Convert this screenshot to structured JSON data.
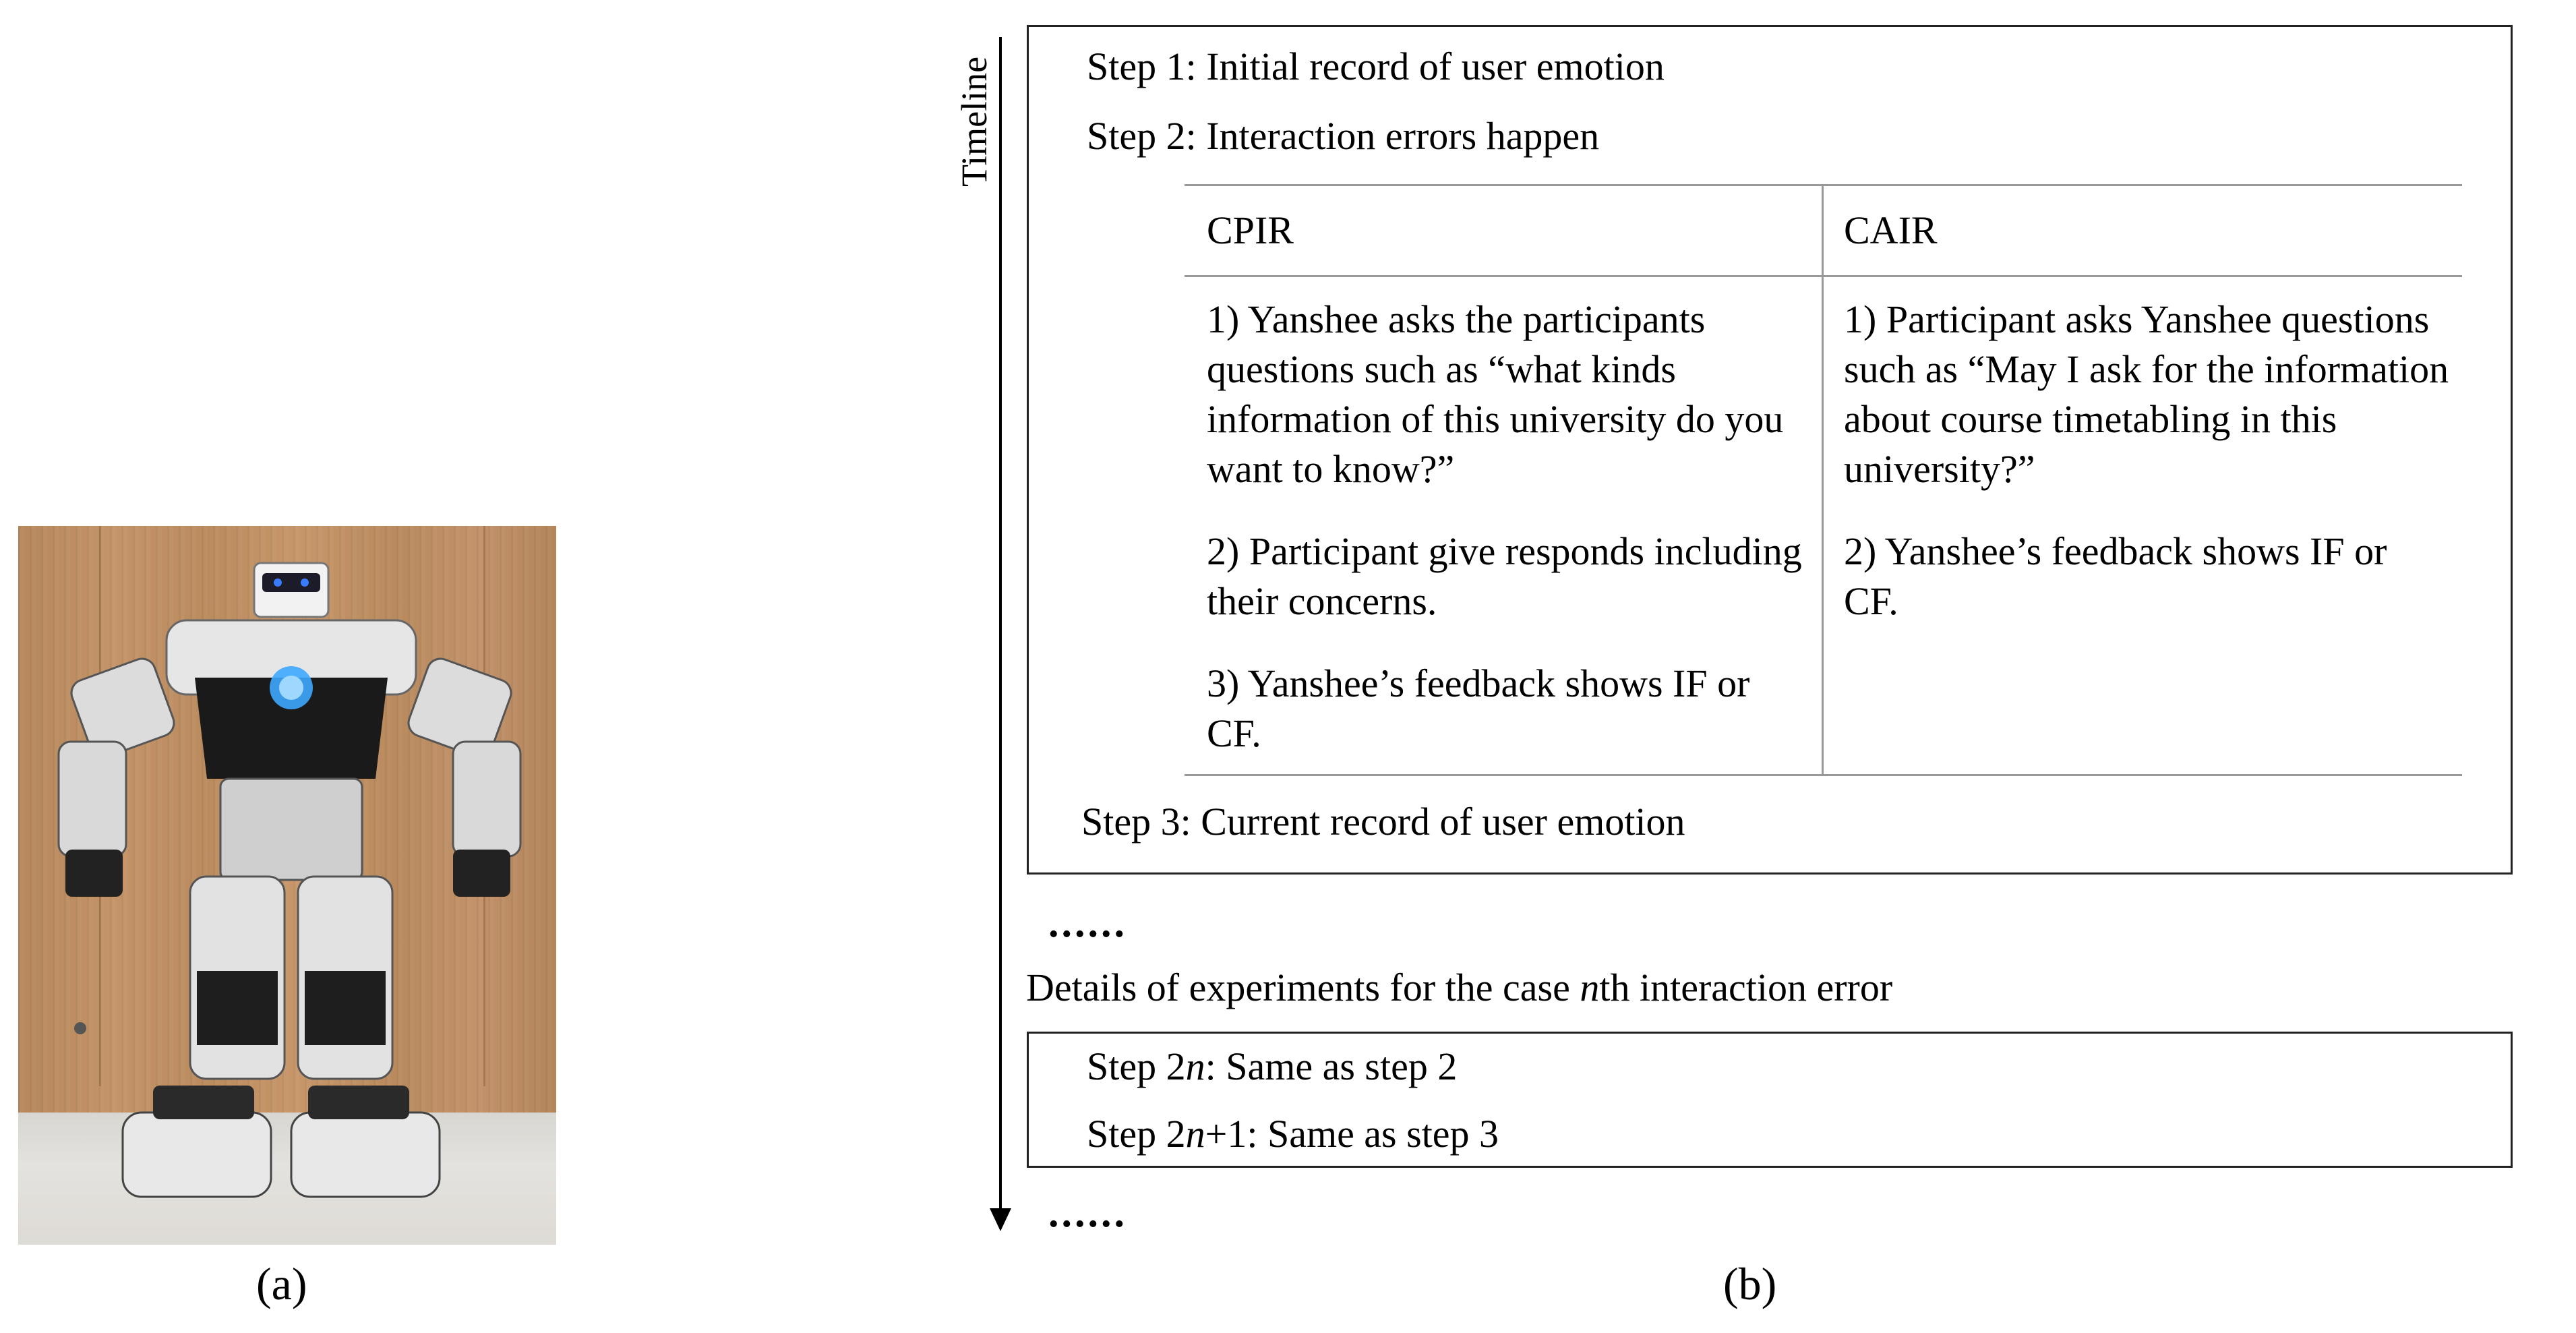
{
  "panel_a": {
    "label": "(a)"
  },
  "panel_b": {
    "label": "(b)",
    "timeline_label": "Timeline",
    "step1": "Step 1: Initial record of user emotion",
    "step2": "Step 2: Interaction errors happen",
    "table": {
      "col1_header": "CPIR",
      "col2_header": "CAIR",
      "col1_items": [
        "1) Yanshee asks the participants questions such as “what kinds information of this university do you want to know?”",
        "2) Participant give responds including their concerns.",
        "3) Yanshee’s feedback shows IF or CF."
      ],
      "col2_items": [
        "1) Participant asks Yanshee questions such as “May I ask for the information about course timetabling in this university?”",
        "2) Yanshee’s feedback shows IF or CF."
      ]
    },
    "step3": "Step 3: Current record of user emotion",
    "ellipsis": "......",
    "nth_details": {
      "prefix": "Details of experiments for the case ",
      "italic": "n",
      "suffix": "th interaction error"
    },
    "step2n": {
      "prefix": "Step 2",
      "italic": "n",
      "suffix": ": Same as step 2"
    },
    "step2n1": {
      "prefix": "Step 2",
      "italic": "n",
      "suffix": "+1: Same as step 3"
    },
    "ellipsis_end": "......"
  }
}
